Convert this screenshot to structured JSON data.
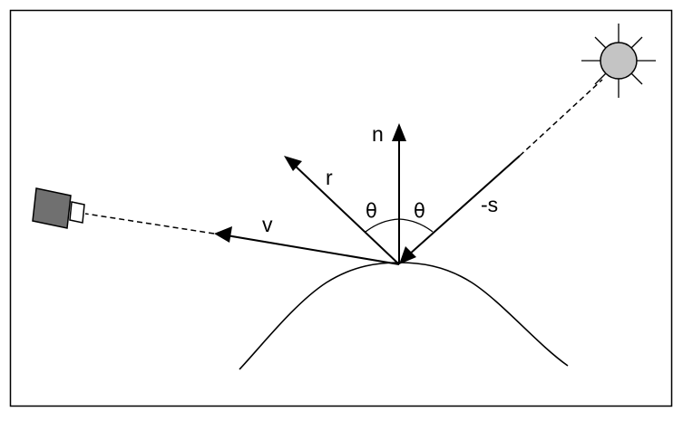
{
  "colors": {
    "stroke": "#000000",
    "background": "#ffffff",
    "camera_body": "#707070",
    "camera_lens": "#ffffff",
    "sun_fill": "#c4c4c4"
  },
  "icons": {
    "camera": "camera-icon",
    "light_source": "sun-icon"
  },
  "labels": {
    "normal": "n",
    "reflection": "r",
    "view": "v",
    "source": "-s",
    "theta_left": "θ",
    "theta_right": "θ"
  }
}
